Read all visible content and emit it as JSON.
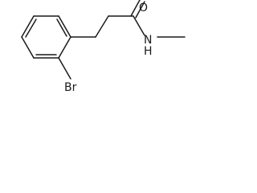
{
  "molecule": {
    "atoms": {
      "oxygen": "O",
      "nitrogen": "N",
      "hydrogen": "H",
      "bromine": "Br"
    }
  }
}
